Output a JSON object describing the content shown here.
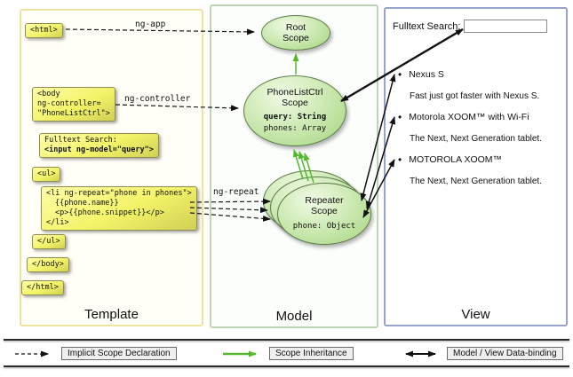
{
  "panels": {
    "template": {
      "label": "Template"
    },
    "model": {
      "label": "Model"
    },
    "view": {
      "label": "View"
    }
  },
  "template_code": {
    "html_open": "<html>",
    "body_open": {
      "l1": "<body",
      "l2": "ng-controller=",
      "l3": "\"PhoneListCtrl\">"
    },
    "search": {
      "l1": "Fulltext Search:",
      "l2": "<input ng-model=\"query\">"
    },
    "ul_open": "<ul>",
    "li": {
      "l1": "<li ng-repeat=\"phone in phones\">",
      "l2": "{{phone.name}}",
      "l3": "<p>{{phone.snippet}}</p>",
      "l4": "</li>"
    },
    "ul_close": "</ul>",
    "body_close": "</body>",
    "html_close": "</html>"
  },
  "model_scopes": {
    "root": {
      "l1": "Root",
      "l2": "Scope"
    },
    "phonelist": {
      "l1": "PhoneListCtrl",
      "l2": "Scope",
      "query": "query: String",
      "phones": "phones: Array"
    },
    "repeater": {
      "l1": "Repeater",
      "l2": "Scope",
      "phone": "phone: Object"
    }
  },
  "view": {
    "search_label": "Fulltext Search:",
    "search_value": "",
    "items": [
      {
        "title": "Nexus S",
        "desc": "Fast just got faster with Nexus S."
      },
      {
        "title": "Motorola XOOM™ with Wi-Fi",
        "desc": "The Next, Next Generation tablet."
      },
      {
        "title": "MOTOROLA XOOM™",
        "desc": "The Next, Next Generation tablet."
      }
    ]
  },
  "arrow_labels": {
    "ng_app": "ng-app",
    "ng_controller": "ng-controller",
    "ng_repeat": "ng-repeat"
  },
  "legend": {
    "implicit": "Implicit Scope Declaration",
    "inheritance": "Scope Inheritance",
    "binding": "Model / View Data-binding"
  },
  "colors": {
    "code_box_yellow": "#f3f368",
    "scope_green": "#a3d67f",
    "inheritance_arrow_green": "#55b82e",
    "template_border": "#ece4a0",
    "model_border": "#bcd6b4",
    "view_border": "#97a3cc"
  }
}
